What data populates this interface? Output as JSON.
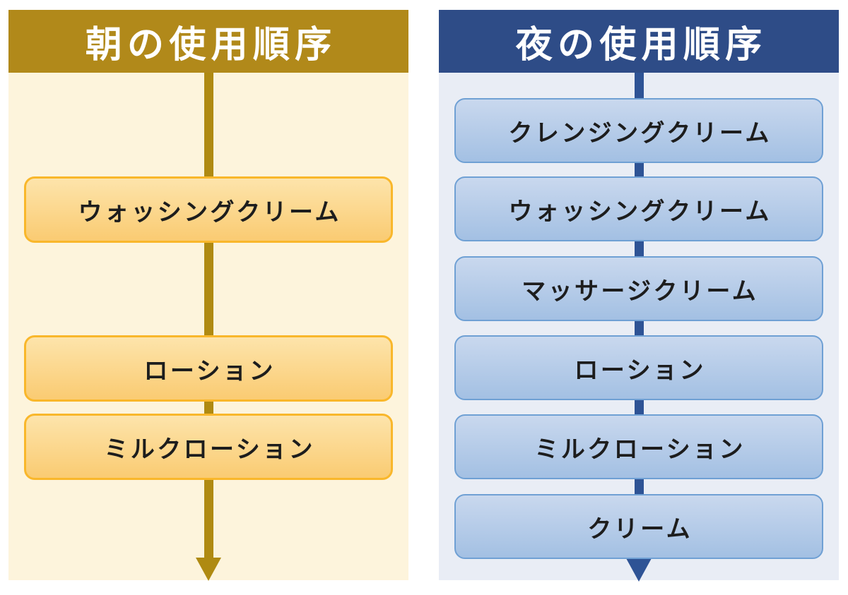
{
  "diagram": {
    "morning": {
      "title": "朝の使用順序",
      "items": [
        "ウォッシングクリーム",
        "ローション",
        "ミルクローション"
      ],
      "colors": {
        "header_bg": "#B1891A",
        "panel_bg": "#FDF4DC",
        "box_border": "#F9B72B",
        "box_fill_top": "#FDE4AB",
        "box_fill_bottom": "#FACB72",
        "arrow": "#AF8A12",
        "title_text": "#FFFFFF",
        "box_text": "#1D1D1D"
      }
    },
    "night": {
      "title": "夜の使用順序",
      "items": [
        "クレンジングクリーム",
        "ウォッシングクリーム",
        "マッサージクリーム",
        "ローション",
        "ミルクローション",
        "クリーム"
      ],
      "colors": {
        "header_bg": "#2E4C87",
        "panel_bg": "#E9EDF5",
        "box_border": "#6FA0D4",
        "box_fill_top": "#C9D8EE",
        "box_fill_bottom": "#A3C0E3",
        "arrow": "#2E5395",
        "title_text": "#FFFFFF",
        "box_text": "#1D1D1D"
      }
    }
  }
}
